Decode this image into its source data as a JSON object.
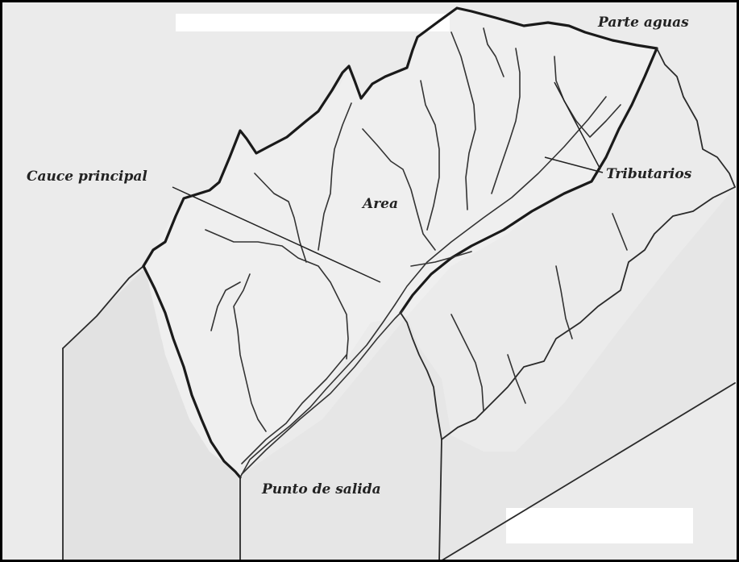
{
  "labels": {
    "divide": "Parte aguas",
    "main_channel": "Cauce principal",
    "area": "Area",
    "tributaries": "Tributarios",
    "outlet": "Punto de salida"
  },
  "colors": {
    "background": "#ebebeb",
    "block_face": "#e4e4e4",
    "block_side": "#dcdcdc",
    "basin_surface": "#efefef",
    "line": "#1a1a1a",
    "whiteout": "#ffffff"
  }
}
